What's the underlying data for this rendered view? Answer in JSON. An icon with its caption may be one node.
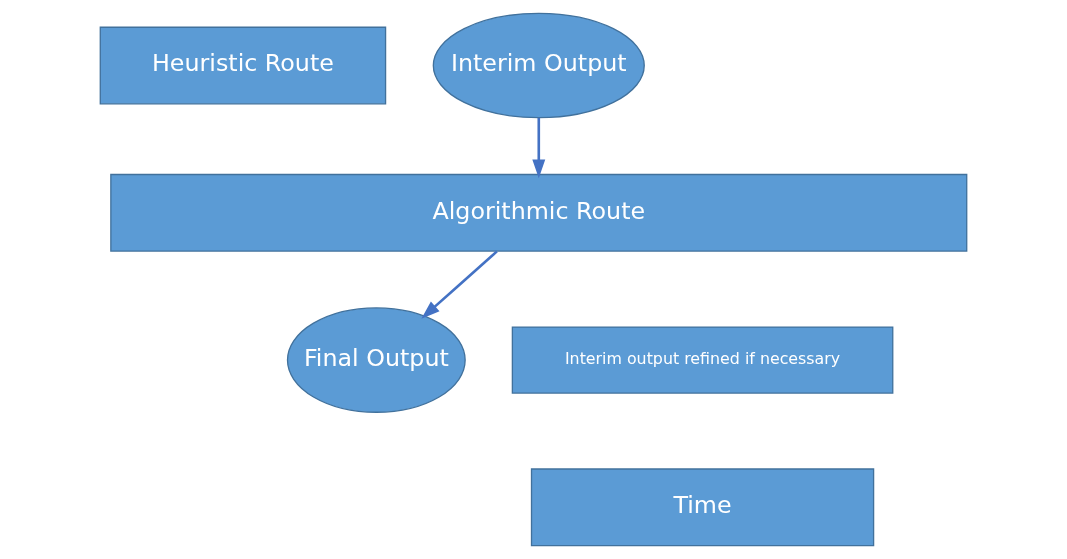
{
  "diagram": {
    "nodes": [
      {
        "text": [
          "Heuristic Route"
        ]
      },
      {
        "text": [
          "Interim Output"
        ]
      },
      {
        "text": [
          "Algorithmic Route"
        ]
      },
      {
        "text": [
          "Final Output"
        ]
      },
      {
        "text": [
          "Interim output refined if necessary"
        ]
      },
      {
        "text": [
          "Time"
        ]
      }
    ],
    "edges": [
      {
        "from": 1,
        "to": 2,
        "arrow": "to"
      },
      {
        "from": 2,
        "to": 3,
        "arrow": "to"
      }
    ]
  }
}
